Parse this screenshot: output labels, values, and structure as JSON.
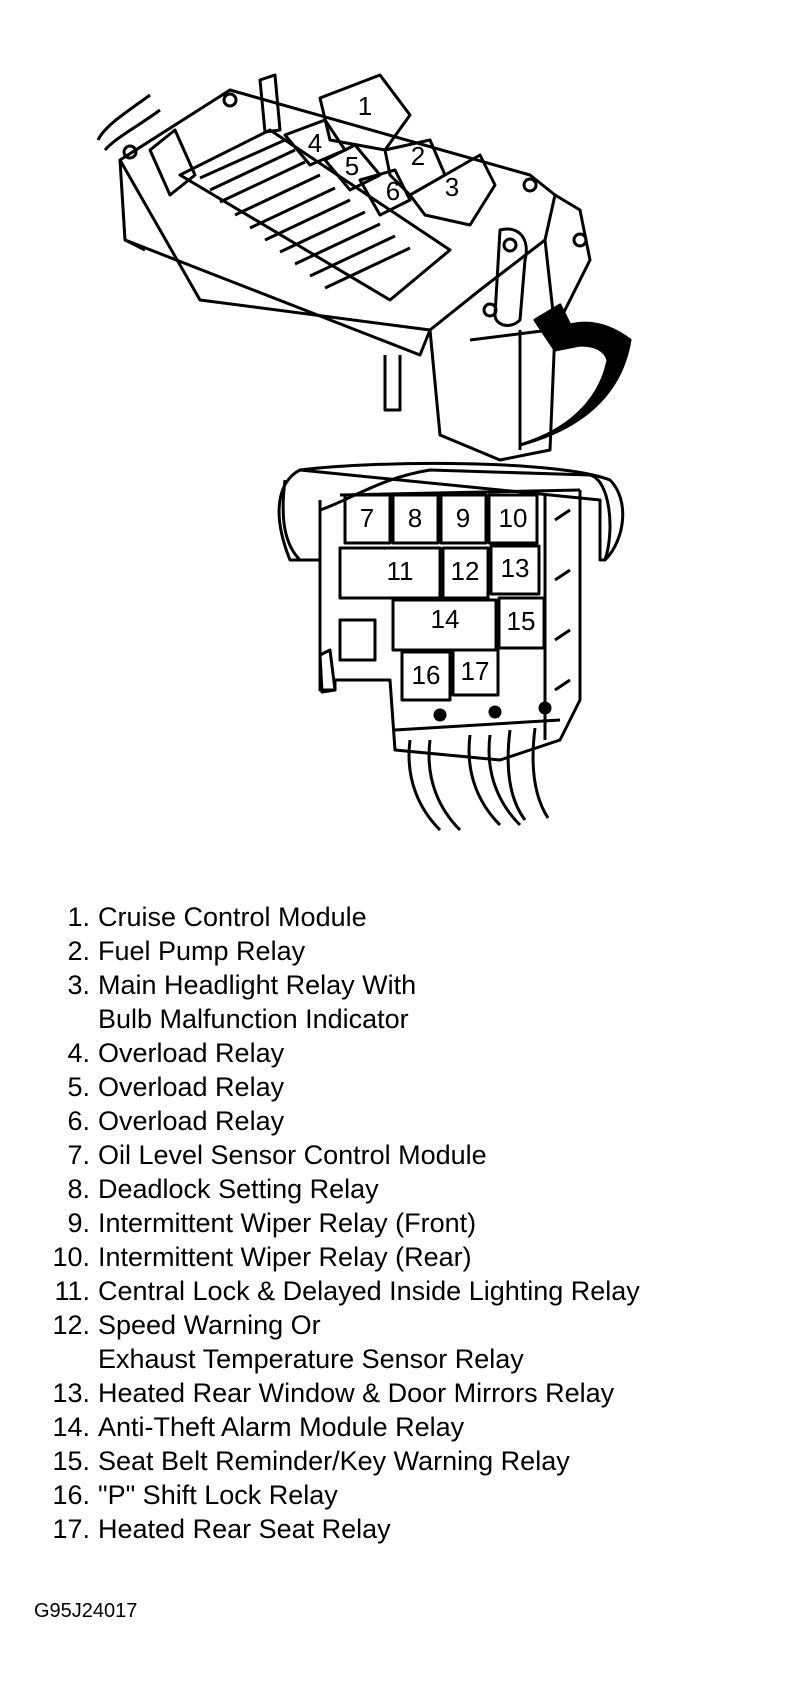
{
  "diagram": {
    "upper_box_relays": [
      {
        "id": "relay-1",
        "label": "1"
      },
      {
        "id": "relay-2",
        "label": "2"
      },
      {
        "id": "relay-3",
        "label": "3"
      },
      {
        "id": "relay-4",
        "label": "4"
      },
      {
        "id": "relay-5",
        "label": "5"
      },
      {
        "id": "relay-6",
        "label": "6"
      }
    ],
    "lower_box_relays": [
      {
        "id": "relay-7",
        "label": "7"
      },
      {
        "id": "relay-8",
        "label": "8"
      },
      {
        "id": "relay-9",
        "label": "9"
      },
      {
        "id": "relay-10",
        "label": "10"
      },
      {
        "id": "relay-11",
        "label": "11"
      },
      {
        "id": "relay-12",
        "label": "12"
      },
      {
        "id": "relay-13",
        "label": "13"
      },
      {
        "id": "relay-14",
        "label": "14"
      },
      {
        "id": "relay-15",
        "label": "15"
      },
      {
        "id": "relay-16",
        "label": "16"
      },
      {
        "id": "relay-17",
        "label": "17"
      }
    ]
  },
  "legend": [
    {
      "num": "1.",
      "lines": [
        "Cruise Control Module"
      ]
    },
    {
      "num": "2.",
      "lines": [
        "Fuel Pump Relay"
      ]
    },
    {
      "num": "3.",
      "lines": [
        "Main Headlight Relay With",
        "Bulb Malfunction Indicator"
      ]
    },
    {
      "num": "4.",
      "lines": [
        "Overload Relay"
      ]
    },
    {
      "num": "5.",
      "lines": [
        "Overload Relay"
      ]
    },
    {
      "num": "6.",
      "lines": [
        "Overload Relay"
      ]
    },
    {
      "num": "7.",
      "lines": [
        "Oil Level Sensor Control Module"
      ]
    },
    {
      "num": "8.",
      "lines": [
        "Deadlock Setting Relay"
      ]
    },
    {
      "num": "9.",
      "lines": [
        "Intermittent Wiper Relay (Front)"
      ]
    },
    {
      "num": "10.",
      "lines": [
        "Intermittent Wiper Relay (Rear)"
      ]
    },
    {
      "num": "11.",
      "lines": [
        "Central Lock & Delayed Inside Lighting Relay"
      ]
    },
    {
      "num": "12.",
      "lines": [
        "Speed Warning Or",
        "Exhaust Temperature Sensor Relay"
      ]
    },
    {
      "num": "13.",
      "lines": [
        "Heated Rear Window & Door Mirrors Relay"
      ]
    },
    {
      "num": "14.",
      "lines": [
        "Anti-Theft Alarm Module Relay"
      ]
    },
    {
      "num": "15.",
      "lines": [
        "Seat Belt Reminder/Key Warning Relay"
      ]
    },
    {
      "num": "16.",
      "lines": [
        "\"P\" Shift Lock Relay"
      ]
    },
    {
      "num": "17.",
      "lines": [
        "Heated Rear Seat Relay"
      ]
    }
  ],
  "figure_code": "G95J24017"
}
